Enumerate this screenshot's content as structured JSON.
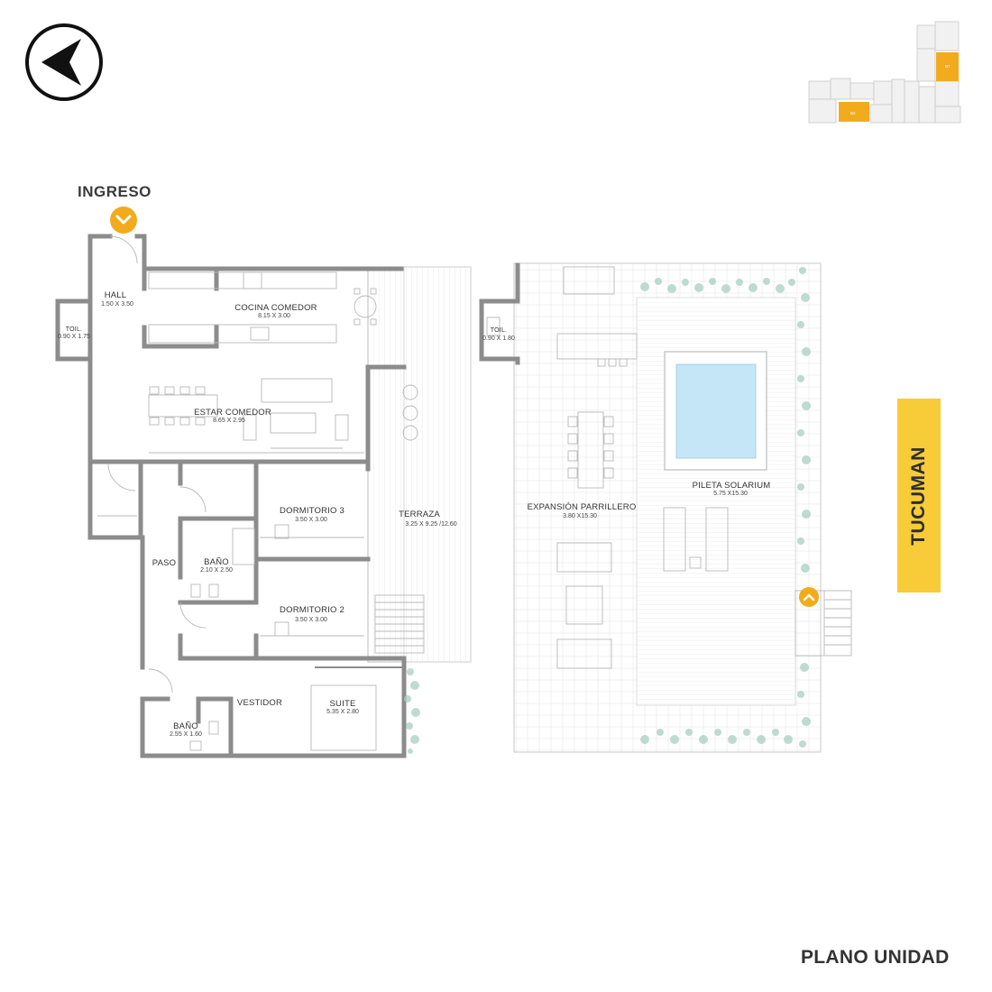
{
  "labels": {
    "entrance": "INGRESO",
    "plan_title": "PLANO UNIDAD",
    "street": "TUCUMAN"
  },
  "rooms": {
    "hall": {
      "name": "HALL",
      "dim": "1.50 X 3.50"
    },
    "toil_1": {
      "name": "TOIL.",
      "dim": "0.90 X 1.75"
    },
    "cocina": {
      "name": "COCINA COMEDOR",
      "dim": "8.15 X 3.00"
    },
    "estar": {
      "name": "ESTAR COMEDOR",
      "dim": "8.65 X 2.95"
    },
    "terraza": {
      "name": "TERRAZA",
      "dim": "3.25 X 9.25 /12.60"
    },
    "dormitorio_3": {
      "name": "DORMITORIO 3",
      "dim": "3.50 X 3.00"
    },
    "paso": {
      "name": "PASO"
    },
    "bano_1": {
      "name": "BAÑO",
      "dim": "2.10 X 2.50"
    },
    "dormitorio_2": {
      "name": "DORMITORIO 2",
      "dim": "3.50 X 3.00"
    },
    "vestidor": {
      "name": "VESTIDOR"
    },
    "suite": {
      "name": "SUITE",
      "dim": "5.35 X 2.80"
    },
    "bano_2": {
      "name": "BAÑO",
      "dim": "2.55 X 1.60"
    },
    "toil_2": {
      "name": "TOIL.",
      "dim": "0.90 X 1.80"
    },
    "parrillero": {
      "name": "EXPANSIÓN PARRILLERO",
      "dim": "3.80 X15.30"
    },
    "pileta": {
      "name": "PILETA SOLARIUM",
      "dim": "5.75 X15.30"
    }
  },
  "keyplan": {
    "unit_a": "B2",
    "unit_b": "B7"
  },
  "colors": {
    "accent": "#f2ab1c",
    "street_sign": "#f7cc38",
    "wall": "#8c8c8c",
    "pool": "#c4e6f6",
    "plant": "#a9cfc2"
  },
  "icons": {
    "compass": "north-arrow-icon",
    "entrance_marker": "chevron-down-icon",
    "stair_marker": "chevron-up-icon"
  }
}
